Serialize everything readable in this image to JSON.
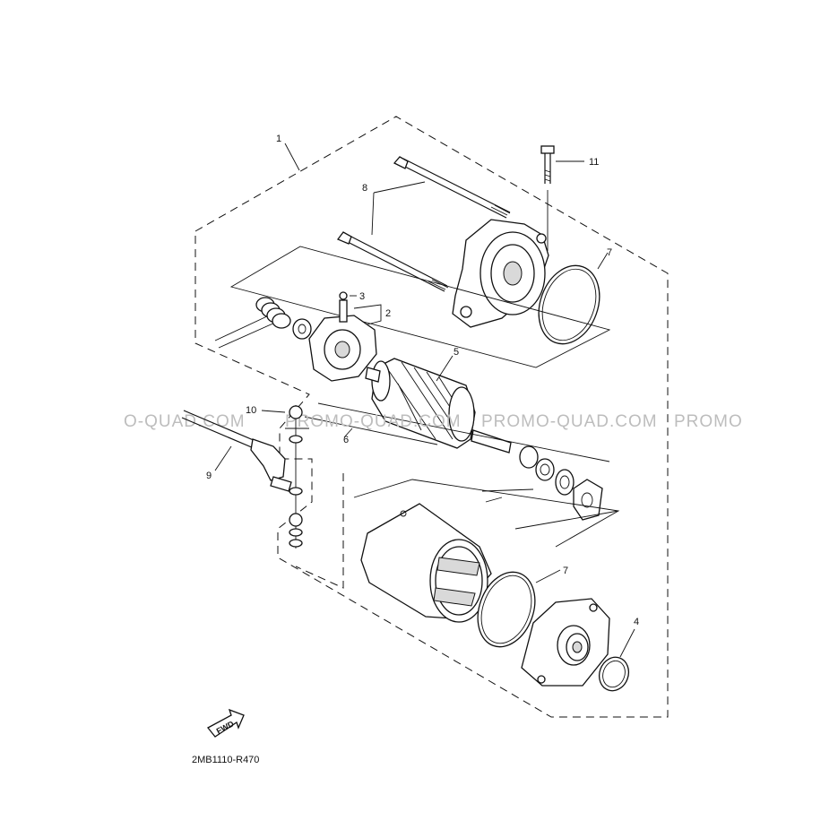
{
  "diagram": {
    "part_code": "2MB1110-R470",
    "forward_arrow_label": "FWD",
    "watermark_segments": [
      "O-QUAD.COM",
      "PROMO-QUAD.COM",
      "PROMO-QUAD.COM",
      "PROMO"
    ],
    "callouts": {
      "c1": "1",
      "c2": "2",
      "c3": "3",
      "c4": "4",
      "c5": "5",
      "c6": "6",
      "c7a": "7",
      "c7b": "7",
      "c8": "8",
      "c9": "9",
      "c10": "10",
      "c11": "11"
    }
  }
}
